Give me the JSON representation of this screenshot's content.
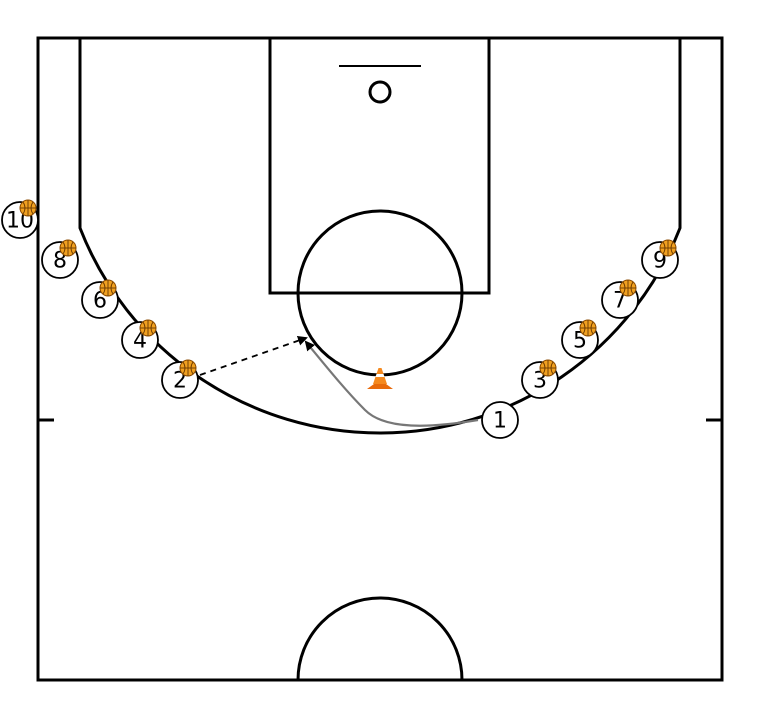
{
  "diagram": {
    "type": "basketball-drill",
    "court": "half-court",
    "colors": {
      "lines": "#000000",
      "ball": "#f0a020",
      "cone": "#f07a10",
      "cut_path": "#777777",
      "pass": "#000000"
    },
    "players": [
      {
        "label": "1",
        "has_ball": false
      },
      {
        "label": "2",
        "has_ball": true
      },
      {
        "label": "3",
        "has_ball": true
      },
      {
        "label": "4",
        "has_ball": true
      },
      {
        "label": "5",
        "has_ball": true
      },
      {
        "label": "6",
        "has_ball": true
      },
      {
        "label": "7",
        "has_ball": true
      },
      {
        "label": "8",
        "has_ball": true
      },
      {
        "label": "9",
        "has_ball": true
      },
      {
        "label": "10",
        "has_ball": true
      }
    ],
    "actions": [
      {
        "kind": "cut",
        "from": "1",
        "style": "solid-gray-arrow"
      },
      {
        "kind": "pass",
        "from": "2",
        "style": "dashed-black-arrow"
      }
    ],
    "markers": [
      {
        "kind": "cone-icon"
      }
    ]
  }
}
